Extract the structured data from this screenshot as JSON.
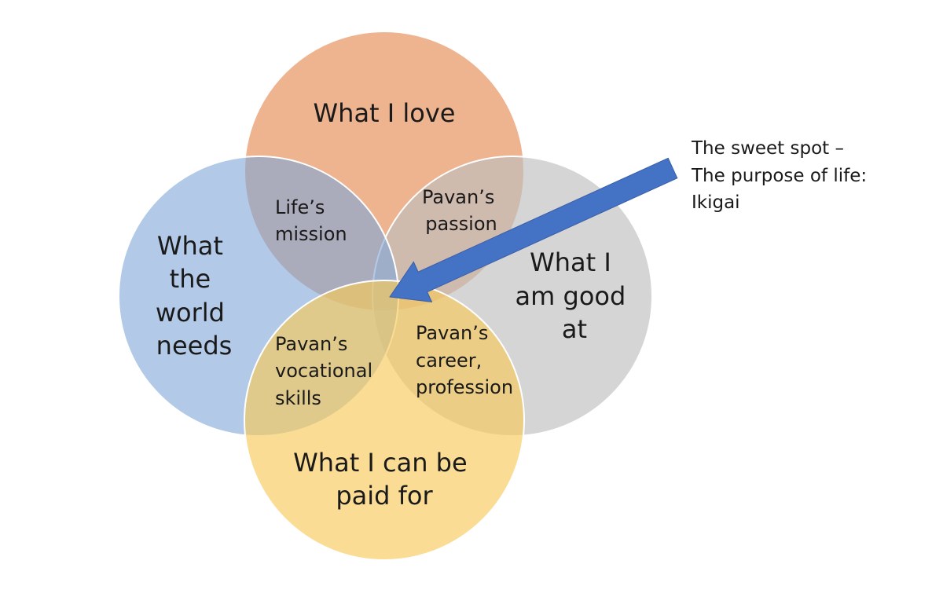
{
  "colors": {
    "love": "#E89A6A",
    "good_at": "#BEBEBE",
    "world_needs": "#7FA6D9",
    "paid_for": "#F7C95A",
    "arrow": "#4472C4",
    "circle_outline": "#ffffff"
  },
  "circles": {
    "love": {
      "label_lines": [
        "What I love"
      ]
    },
    "good_at": {
      "label_lines": [
        "What I",
        "am good",
        "at"
      ]
    },
    "world_needs": {
      "label_lines": [
        "What",
        "the",
        "world",
        "needs"
      ]
    },
    "paid_for": {
      "label_lines": [
        "What I can be",
        "paid for"
      ]
    }
  },
  "overlaps": {
    "mission": {
      "label_lines": [
        "Life’s",
        "mission"
      ]
    },
    "passion": {
      "label_lines": [
        "Pavan’s",
        "passion"
      ]
    },
    "vocation": {
      "label_lines": [
        "Pavan’s",
        "vocational",
        "skills"
      ]
    },
    "profession": {
      "label_lines": [
        "Pavan’s",
        "career,",
        "profession"
      ]
    }
  },
  "annotation": {
    "lines": [
      "The sweet spot –",
      "The purpose of life:",
      "Ikigai"
    ]
  }
}
